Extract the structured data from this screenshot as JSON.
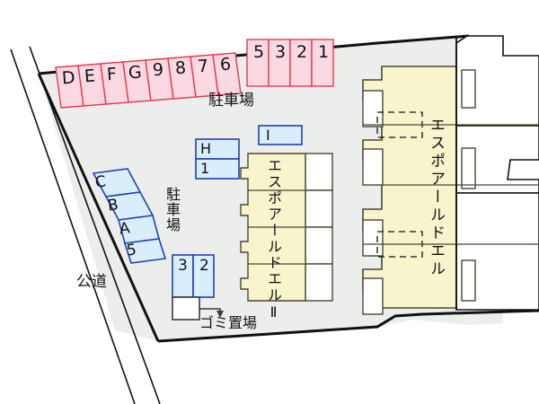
{
  "map": {
    "title": "Apartment site plan",
    "colors": {
      "site_fill": "#eceeec",
      "pink_fill": "#fbd9e2",
      "pink_stroke": "#e8384f",
      "blue_fill": "#d9eefb",
      "blue_stroke": "#2340b0",
      "building_fill": "#f8f4cc",
      "building_stroke": "#4a4733",
      "balcony_fill": "#ffffff",
      "road_stroke": "#111111",
      "text": "#111111"
    },
    "labels": {
      "parking_top": "駐車場",
      "parking_left": "駐車場",
      "public_road": "公道",
      "garbage_area": "ゴミ置場"
    },
    "parking_pink_row1": [
      {
        "label": "D"
      },
      {
        "label": "E"
      },
      {
        "label": "F"
      },
      {
        "label": "G"
      },
      {
        "label": "9"
      },
      {
        "label": "8"
      },
      {
        "label": "7"
      },
      {
        "label": "6"
      }
    ],
    "parking_pink_row2": [
      {
        "label": "5"
      },
      {
        "label": "3"
      },
      {
        "label": "2"
      },
      {
        "label": "1"
      }
    ],
    "parking_blue_left": [
      {
        "label": "C"
      },
      {
        "label": "B"
      },
      {
        "label": "A"
      },
      {
        "label": "5"
      }
    ],
    "parking_blue_mid": [
      {
        "label": "H"
      },
      {
        "label": "1"
      }
    ],
    "parking_blue_single": [
      {
        "label": "I"
      }
    ],
    "parking_blue_pair": [
      {
        "label": "3"
      },
      {
        "label": "2"
      }
    ],
    "buildings": [
      {
        "name": "building-center",
        "label": "エスポアールドエルⅡ",
        "units": 4
      },
      {
        "name": "building-right",
        "label": "エスポアールドエル",
        "units": 4
      }
    ]
  }
}
